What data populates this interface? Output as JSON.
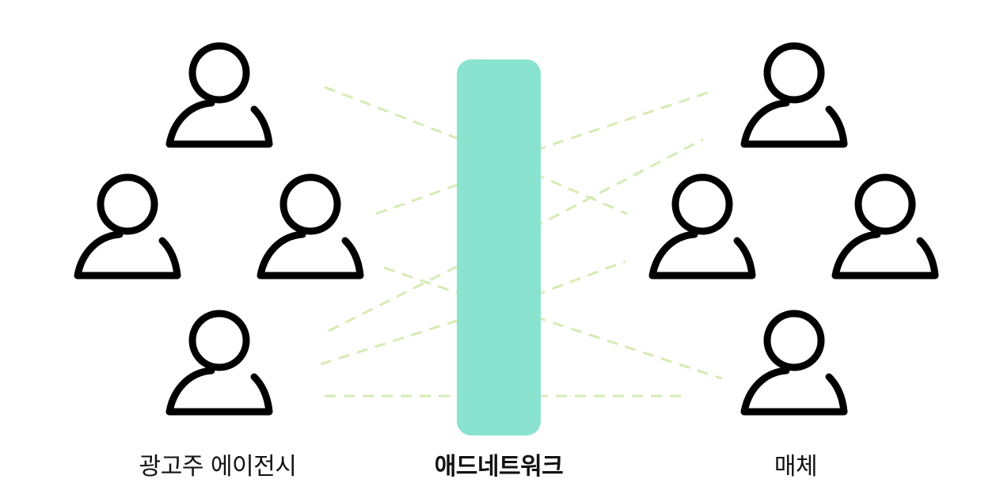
{
  "labels": {
    "advertiser": "광고주 에이전시",
    "network": "애드네트워크",
    "media": "매체"
  },
  "colors": {
    "network_bar": "#8ae3cf",
    "connector": "#d6ebb4",
    "person_stroke": "#000000",
    "label_text": "#111111"
  },
  "icons": {
    "person": "person-outline-icon"
  }
}
